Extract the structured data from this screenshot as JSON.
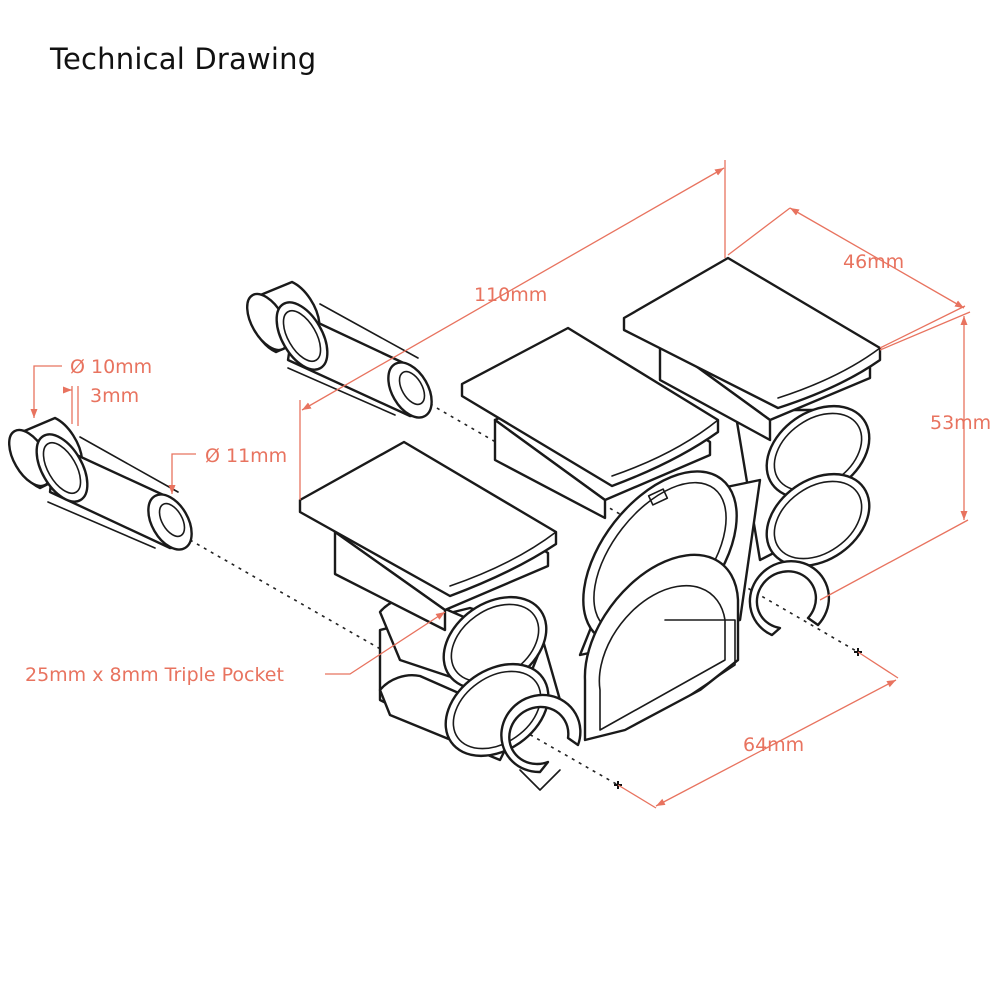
{
  "title": "Technical Drawing",
  "annotations": {
    "length": "110mm",
    "width": "46mm",
    "height": "53mm",
    "depth": "64mm",
    "pin_diameter_small": "Ø 10mm",
    "pin_collar": "3mm",
    "pin_diameter_large": "Ø 11mm",
    "pocket": "25mm x 8mm Triple Pocket"
  },
  "colors": {
    "dimension": "#e8735f",
    "outline": "#1a1a1a",
    "background": "#ffffff"
  }
}
